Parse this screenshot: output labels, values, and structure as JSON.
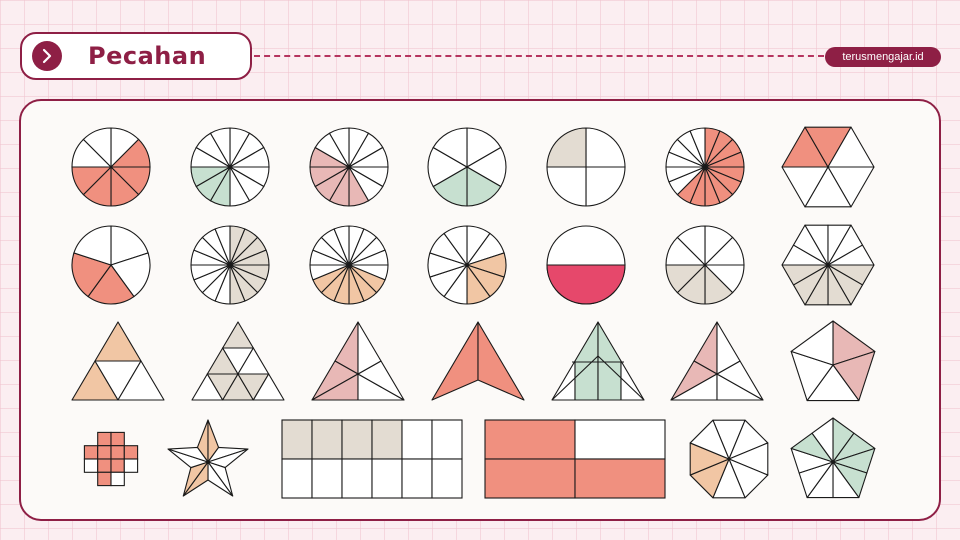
{
  "header": {
    "title": "Pecahan",
    "brand": "terusmengajar.id",
    "arrow_icon": "chevron-right-icon"
  },
  "colors": {
    "maroon": "#8e1f45",
    "salmon": "#f0907f",
    "pink": "#e8b8b6",
    "sage": "#c7e0d0",
    "beige": "#e3dcd2",
    "peach": "#f1c6a4",
    "red": "#e6486b",
    "outline": "#1a1a1a"
  },
  "shapes": [
    {
      "name": "circle-8-shaded-5",
      "kind": "circle",
      "n": 8,
      "shaded": [
        1,
        2,
        3,
        4,
        5
      ],
      "color": "salmon"
    },
    {
      "name": "circle-12-shaded-3",
      "kind": "circle",
      "n": 12,
      "shaded": [
        6,
        7,
        8
      ],
      "color": "sage"
    },
    {
      "name": "circle-12-shaded-5",
      "kind": "circle",
      "n": 12,
      "shaded": [
        5,
        6,
        7,
        8,
        9
      ],
      "color": "pink"
    },
    {
      "name": "circle-6-shaded-2",
      "kind": "circle",
      "n": 6,
      "shaded": [
        2,
        3
      ],
      "color": "sage"
    },
    {
      "name": "circle-4-shaded-2",
      "kind": "circle",
      "n": 4,
      "shaded": [
        3,
        4
      ],
      "color": "beige"
    },
    {
      "name": "circle-16-shaded-10",
      "kind": "circle",
      "n": 16,
      "shaded": [
        0,
        1,
        2,
        3,
        4,
        5,
        6,
        7,
        8,
        9
      ],
      "color": "salmon"
    },
    {
      "name": "hexagon-6-shaded-2",
      "kind": "hexagon",
      "n": 6,
      "shaded": [
        3,
        4
      ],
      "color": "salmon"
    },
    {
      "name": "circle-5-shaded-2",
      "kind": "circle",
      "n": 5,
      "shaded": [
        2,
        3
      ],
      "color": "salmon"
    },
    {
      "name": "circle-16-shaded-8",
      "kind": "circle",
      "n": 16,
      "shaded": [
        0,
        1,
        2,
        3,
        4,
        5,
        6,
        7
      ],
      "color": "beige"
    },
    {
      "name": "circle-16-shaded-6",
      "kind": "circle",
      "n": 16,
      "shaded": [
        5,
        6,
        7,
        8,
        9,
        10
      ],
      "color": "peach"
    },
    {
      "name": "circle-10-shaded-3",
      "kind": "circle",
      "n": 10,
      "shaded": [
        2,
        3,
        4
      ],
      "color": "peach"
    },
    {
      "name": "circle-half-shaded",
      "kind": "half-circle",
      "color": "red"
    },
    {
      "name": "circle-8-shaded-3",
      "kind": "circle",
      "n": 8,
      "shaded": [
        3,
        4,
        5
      ],
      "color": "beige"
    },
    {
      "name": "hexagon-12-shaded-6",
      "kind": "hexagon",
      "n": 12,
      "shaded": [
        0,
        1,
        2,
        3,
        4,
        5
      ],
      "color": "beige"
    },
    {
      "name": "triangle-4-shaded-2",
      "kind": "triangle",
      "variant": "quarters",
      "color": "peach"
    },
    {
      "name": "triangle-9-shaded-3",
      "kind": "triangle",
      "variant": "ninths",
      "color": "beige"
    },
    {
      "name": "triangle-6-shaded-3",
      "kind": "triangle",
      "variant": "sixths",
      "color": "pink"
    },
    {
      "name": "arrowhead-shaded",
      "kind": "arrowhead",
      "color": "salmon"
    },
    {
      "name": "triangle-strips-shaded",
      "kind": "triangle",
      "variant": "strips",
      "color": "sage"
    },
    {
      "name": "triangle-6-shaded-2",
      "kind": "triangle",
      "variant": "sixths2",
      "color": "pink"
    },
    {
      "name": "pentagon-5-shaded-2",
      "kind": "pentagon",
      "n": 5,
      "shaded": [
        0,
        1
      ],
      "color": "pink"
    },
    {
      "name": "plus-shaded",
      "kind": "plus",
      "color": "salmon"
    },
    {
      "name": "star-10-shaded-4",
      "kind": "star",
      "color": "peach"
    },
    {
      "name": "grid-12-shaded-4",
      "kind": "grid",
      "cols": 6,
      "rows": 2,
      "shaded": [
        0,
        1,
        2,
        3
      ],
      "color": "beige"
    },
    {
      "name": "rect-4-shaded-3",
      "kind": "grid",
      "cols": 2,
      "rows": 2,
      "shaded": [
        0,
        2,
        3
      ],
      "color": "salmon"
    },
    {
      "name": "octagon-8-shaded-2",
      "kind": "octagon",
      "n": 8,
      "shaded": [
        5,
        6
      ],
      "color": "peach"
    },
    {
      "name": "pentagon-10-shaded-5",
      "kind": "pentagon",
      "n": 10,
      "shaded": [
        0,
        1,
        2,
        3,
        8
      ],
      "color": "sage"
    }
  ]
}
